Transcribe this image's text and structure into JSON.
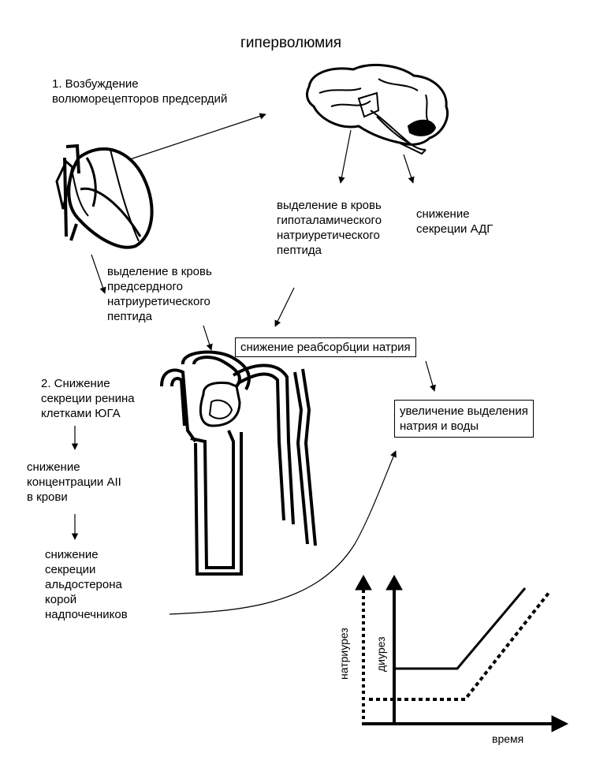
{
  "title": "гиперволюмия",
  "step1": [
    "1. Возбуждение",
    "волюморецепторов предсердий"
  ],
  "hypothalamic_peptide": [
    "выделение в кровь",
    "гипоталамического",
    "натриуретического",
    "пептида"
  ],
  "adh": [
    "снижение",
    "секреции АДГ"
  ],
  "atrial_peptide": [
    "выделение в кровь",
    "предсердного",
    "натриуретического",
    "пептида"
  ],
  "sodium_reabsorption": "снижение реабсорбции натрия",
  "excretion": [
    "увеличение выделения",
    "натрия и воды"
  ],
  "step2": [
    "2. Снижение",
    "секреции ренина",
    "клетками ЮГА"
  ],
  "angiotensin": [
    "снижение",
    "концентрации АII",
    "в крови"
  ],
  "aldosterone": [
    "снижение",
    "секреции",
    "альдостерона",
    "корой",
    "надпочечников"
  ],
  "graph": {
    "y_label_dotted": "натриурез",
    "y_label_solid": "диурез",
    "x_label": "время"
  }
}
